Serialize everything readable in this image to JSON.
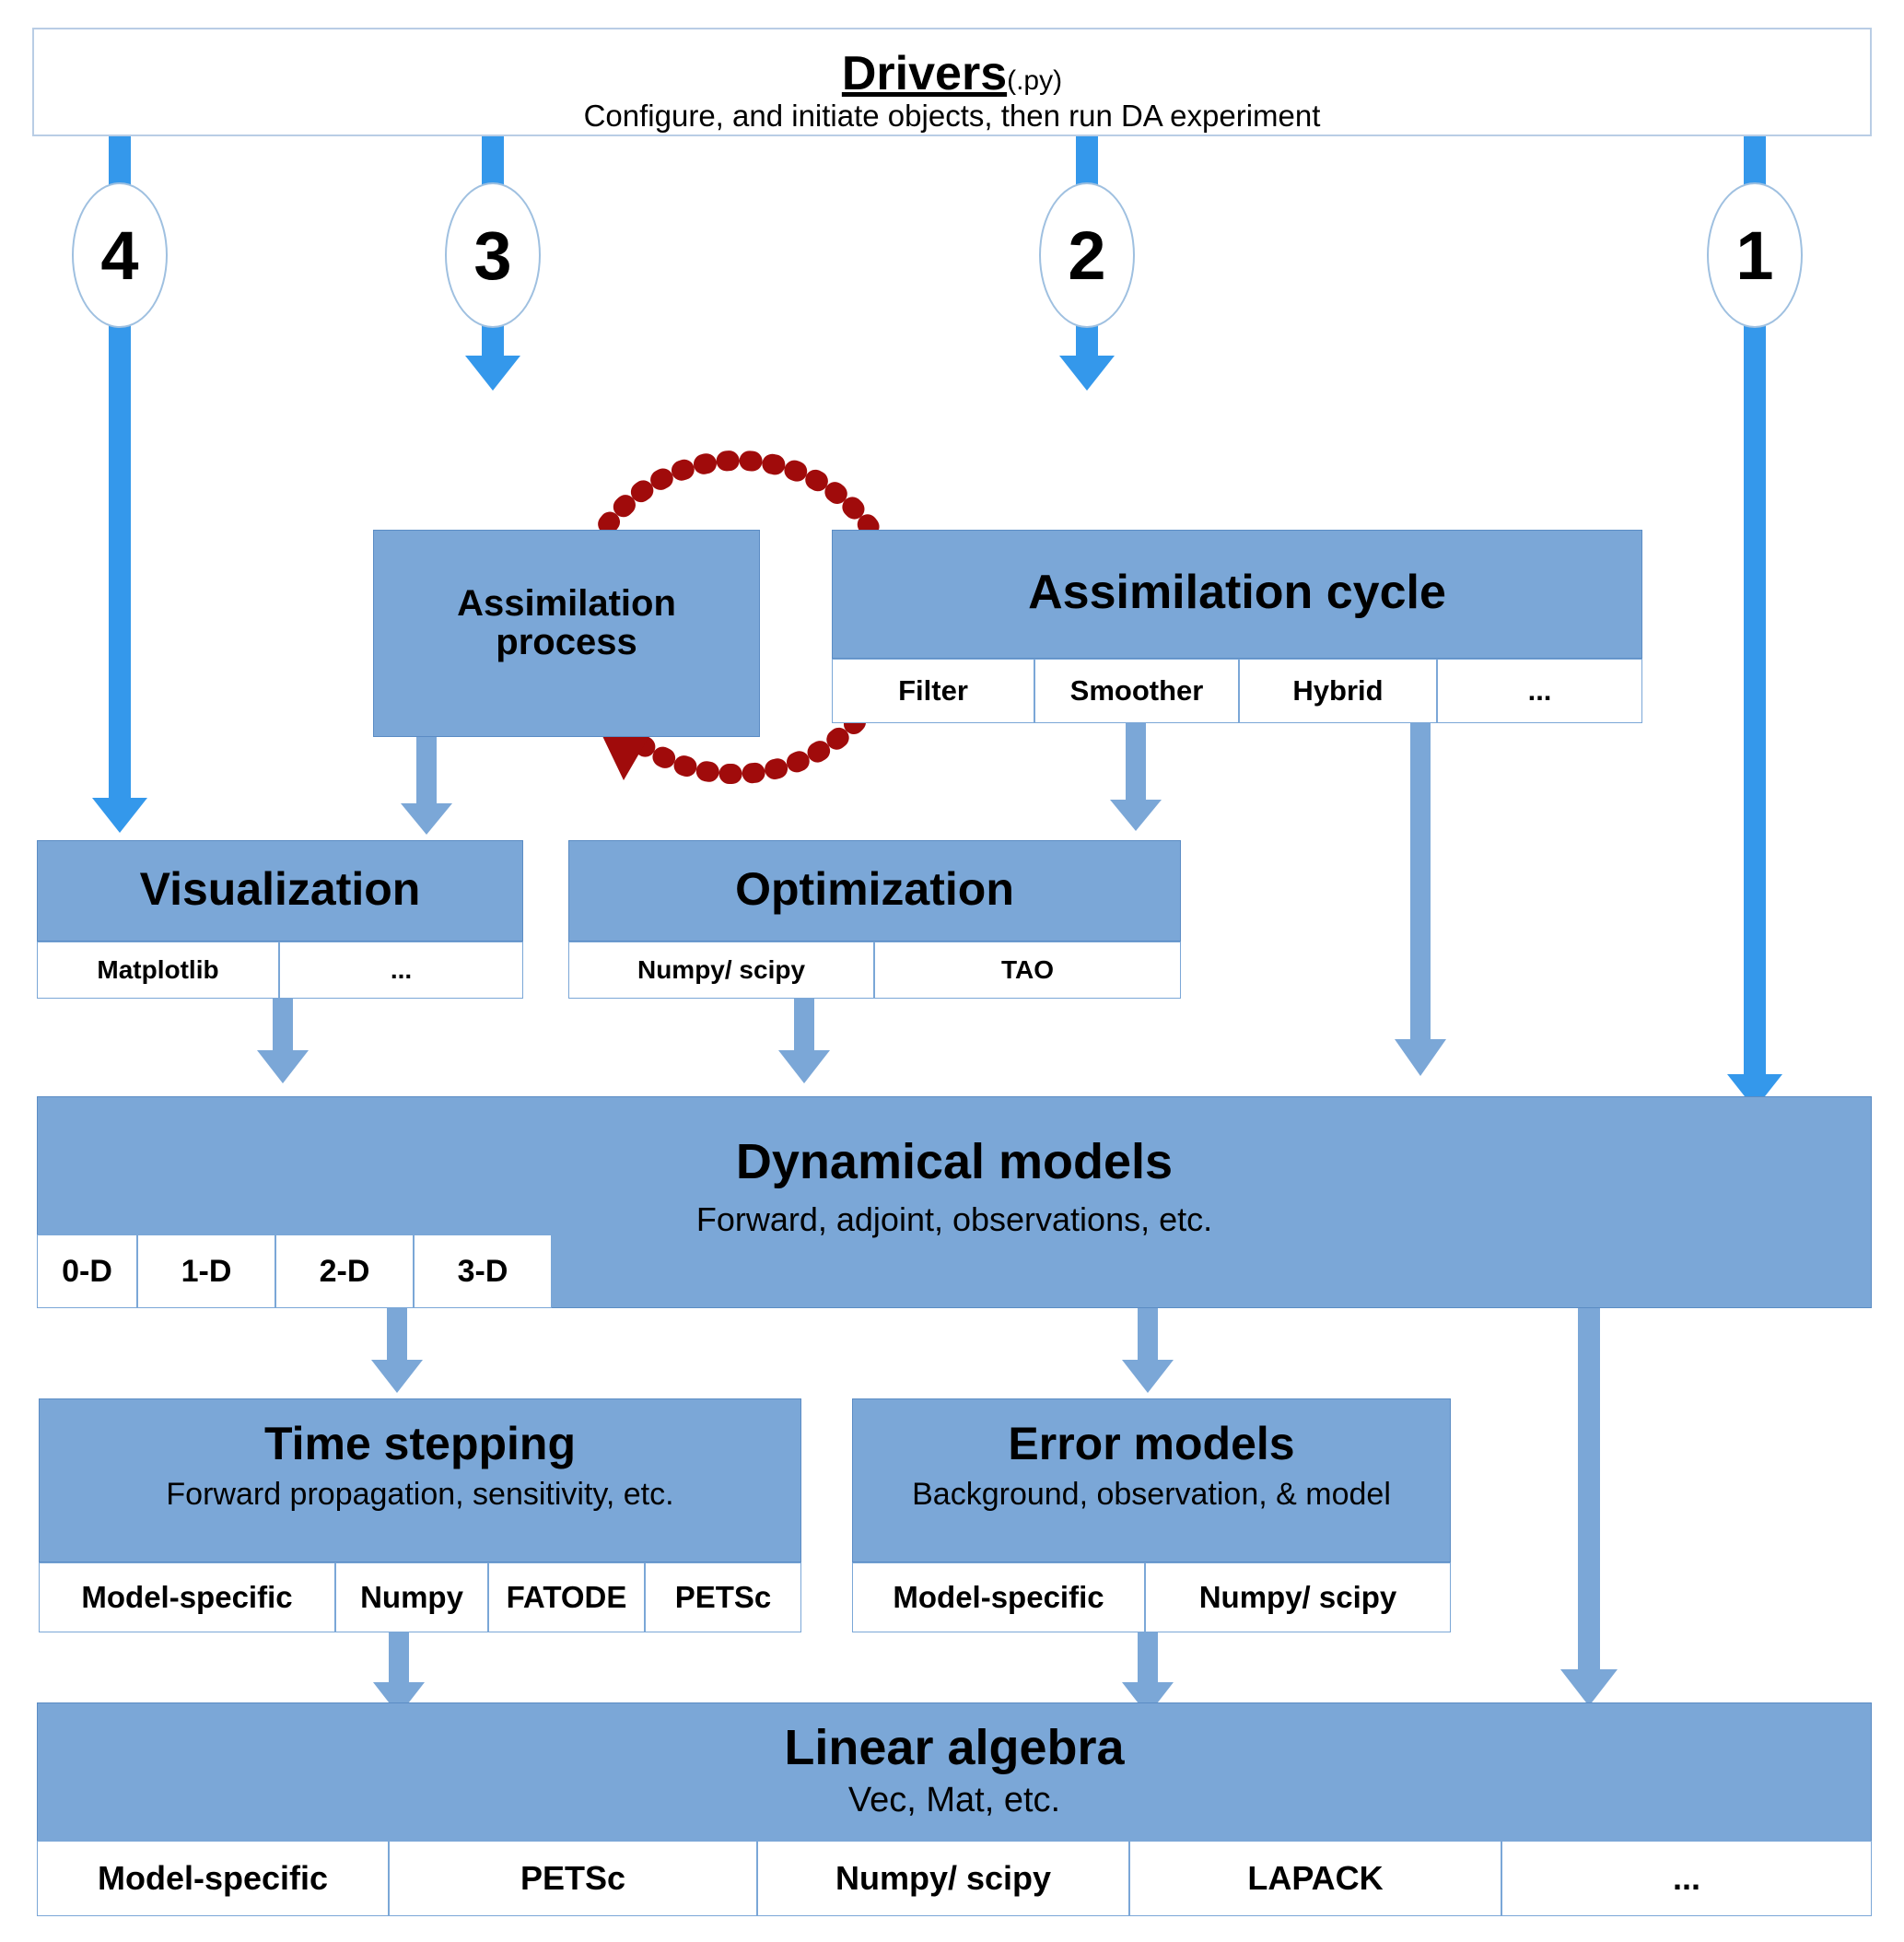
{
  "header": {
    "title": "Drivers",
    "title_suffix": "(.py)",
    "subtitle": "Configure, and initiate objects, then run DA experiment"
  },
  "step_markers": [
    {
      "label": "4"
    },
    {
      "label": "3"
    },
    {
      "label": "2"
    },
    {
      "label": "1"
    }
  ],
  "blocks": {
    "assimilation_process": {
      "title": "Assimilation\nprocess",
      "title_line1": "Assimilation",
      "title_line2": "process"
    },
    "assimilation_cycle": {
      "title": "Assimilation cycle",
      "cells": [
        "Filter",
        "Smoother",
        "Hybrid",
        "..."
      ]
    },
    "visualization": {
      "title": "Visualization",
      "cells": [
        "Matplotlib",
        "..."
      ]
    },
    "optimization": {
      "title": "Optimization",
      "cells": [
        "Numpy/ scipy",
        "TAO"
      ]
    },
    "dynamical_models": {
      "title": "Dynamical models",
      "subtitle": "Forward, adjoint,  observations, etc.",
      "cells": [
        "0-D",
        "1-D",
        "2-D",
        "3-D"
      ]
    },
    "time_stepping": {
      "title": "Time stepping",
      "subtitle": "Forward propagation,  sensitivity, etc.",
      "cells": [
        "Model-specific",
        "Numpy",
        "FATODE",
        "PETSc"
      ]
    },
    "error_models": {
      "title": "Error models",
      "subtitle": "Background, observation, & model",
      "cells": [
        "Model-specific",
        "Numpy/ scipy"
      ]
    },
    "linear_algebra": {
      "title": "Linear algebra",
      "subtitle": "Vec, Mat, etc.",
      "cells": [
        "Model-specific",
        "PETSc",
        "Numpy/ scipy",
        "LAPACK",
        "..."
      ]
    }
  },
  "colors": {
    "box_fill": "#7BA7D7",
    "box_border": "#5B8CC4",
    "bright_arrow": "#3498EB",
    "muted_arrow": "#7BA7D7",
    "cycle_arrow": "#A00B0B",
    "header_border": "#b9cde5"
  },
  "cycle_arrow": {
    "name": "assimilation-cycle-loop"
  }
}
